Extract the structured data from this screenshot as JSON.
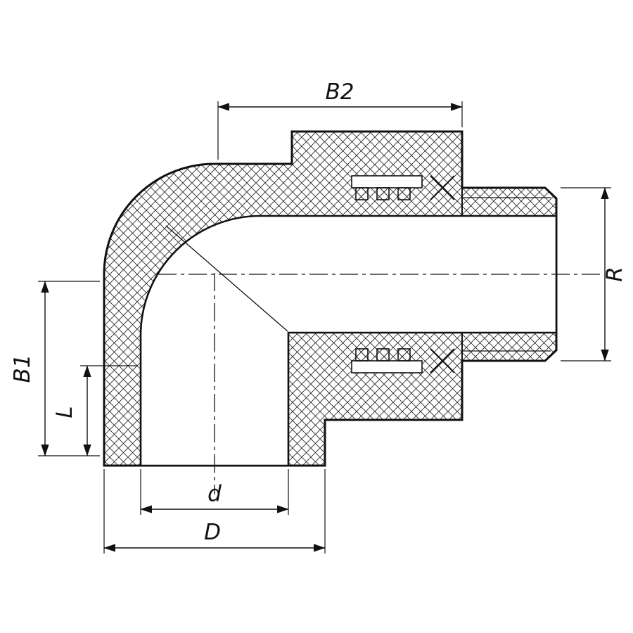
{
  "drawing": {
    "background": "#ffffff",
    "line_color": "#111111",
    "dimensions": {
      "b2": {
        "label": "B2"
      },
      "r": {
        "label": "R"
      },
      "b1": {
        "label": "B1"
      },
      "l": {
        "label": "L"
      },
      "d_inner": {
        "label": "d"
      },
      "d_outer": {
        "label": "D"
      }
    }
  }
}
